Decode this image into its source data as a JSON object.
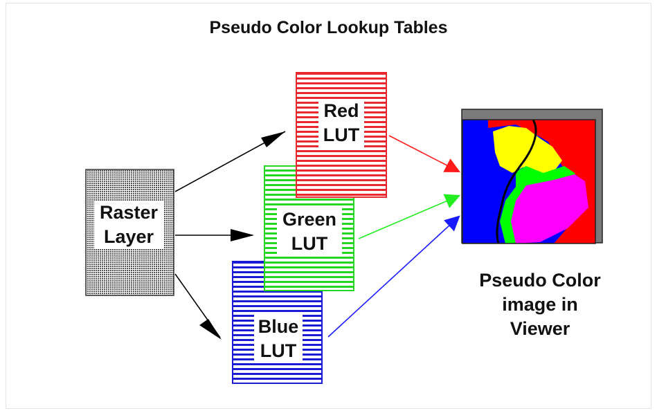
{
  "title": "Pseudo Color Lookup Tables",
  "raster": {
    "label": "Raster\nLayer"
  },
  "luts": {
    "red": {
      "label": "Red\nLUT",
      "color": "#e8282e"
    },
    "green": {
      "label": "Green\nLUT",
      "color": "#22d622"
    },
    "blue": {
      "label": "Blue\nLUT",
      "color": "#1b1bd6"
    }
  },
  "viewer": {
    "caption": "Pseudo Color\nimage in\nViewer",
    "colors": {
      "blue": "#0000ff",
      "red": "#ff0000",
      "yellow": "#ffff00",
      "green": "#00ff00",
      "magenta": "#ff00ff",
      "frame": "#7a7a7a"
    }
  },
  "colors": {
    "raster": "#777777",
    "arrow": "#000000"
  }
}
